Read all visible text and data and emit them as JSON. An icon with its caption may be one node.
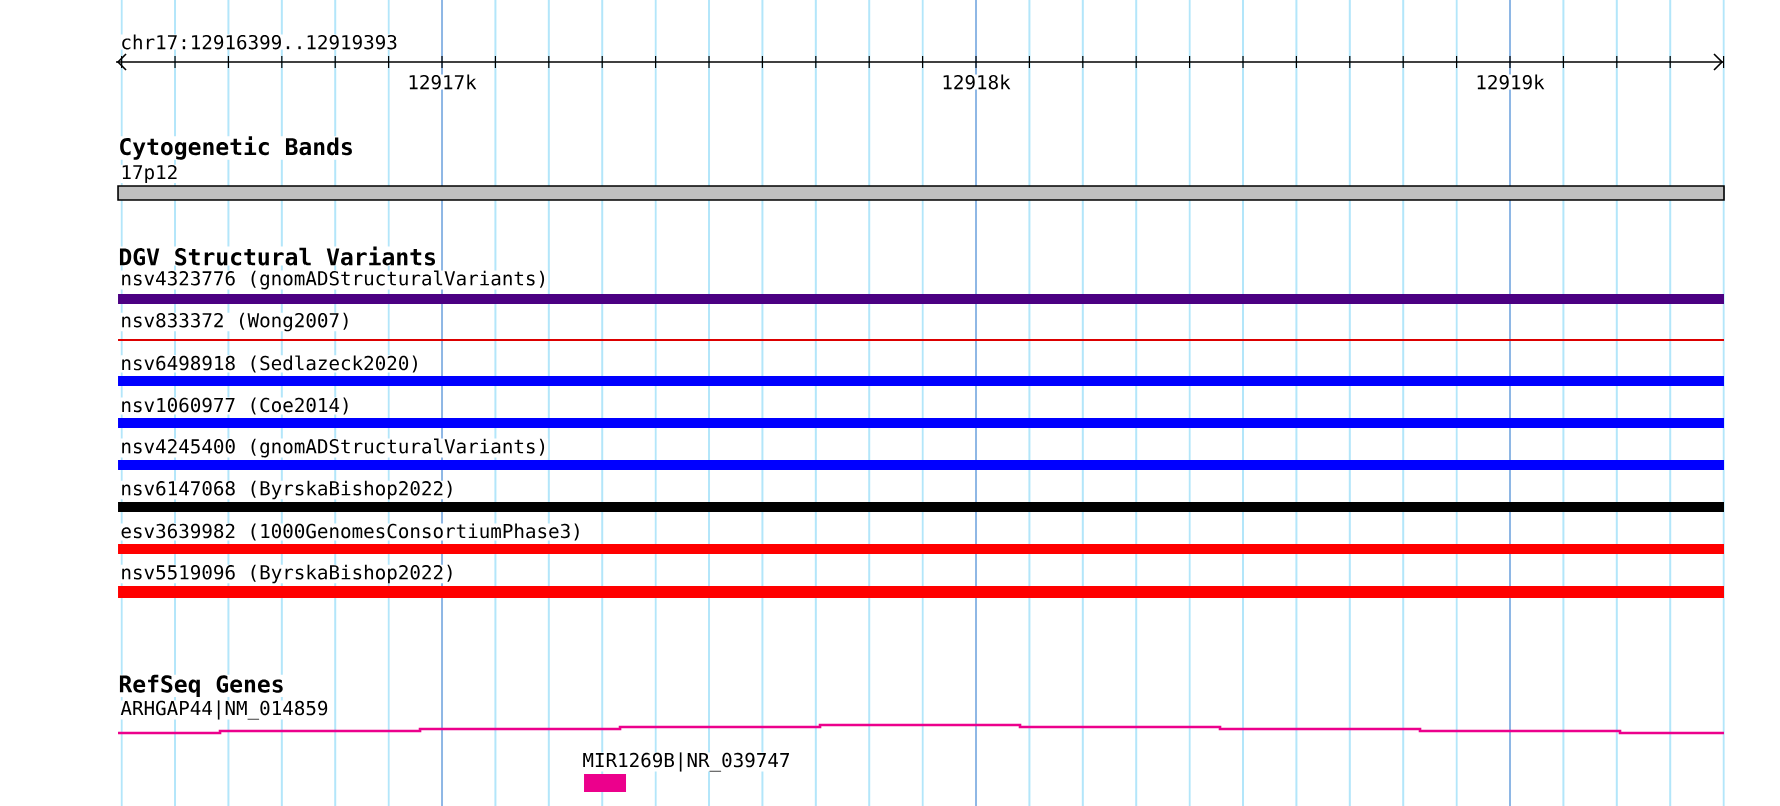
{
  "diagram": {
    "nodes": [
      {
        "text": [
          "17p12"
        ]
      },
      {
        "text": [
          "nsv4323776 (gnomADStructuralVariants)"
        ]
      },
      {
        "text": [
          "nsv833372 (Wong2007)"
        ]
      },
      {
        "text": [
          "nsv6498918 (Sedlazeck2020)"
        ]
      },
      {
        "text": [
          "nsv1060977 (Coe2014)"
        ]
      },
      {
        "text": [
          "nsv4245400 (gnomADStructuralVariants)"
        ]
      },
      {
        "text": [
          "nsv6147068 (ByrskaBishop2022)"
        ]
      },
      {
        "text": [
          "esv3639982 (1000GenomesConsortiumPhase3)"
        ]
      },
      {
        "text": [
          "nsv5519096 (ByrskaBishop2022)"
        ]
      },
      {
        "text": [
          "ARHGAP44|NM_014859"
        ]
      },
      {
        "text": [
          "MIR1269B|NR_039747"
        ]
      }
    ],
    "labels": [
      "chr17:12916399..12919393",
      "12917k",
      "12918k",
      "12919k",
      "Cytogenetic Bands",
      "DGV Structural Variants",
      "RefSeq Genes"
    ]
  }
}
